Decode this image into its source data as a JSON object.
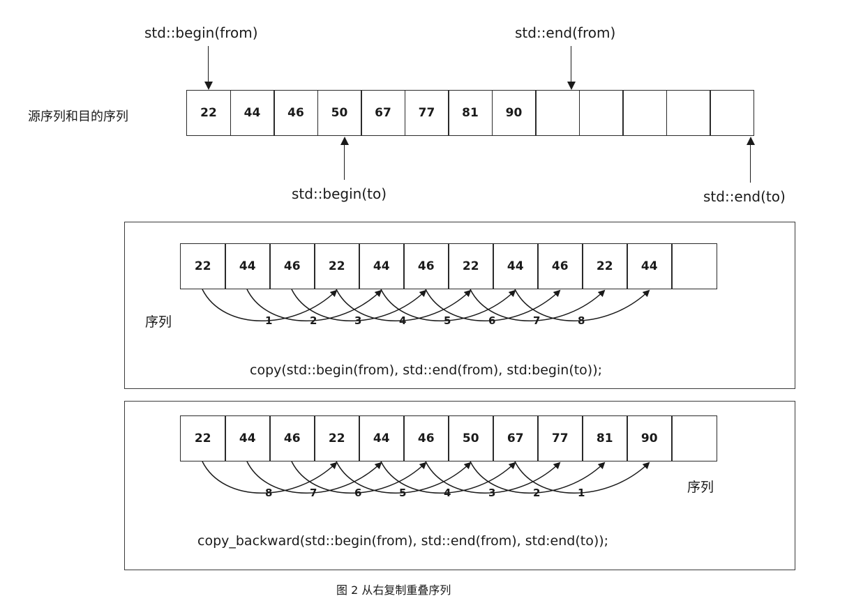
{
  "source_dest": {
    "label": "源序列和目的序列",
    "cells": [
      "22",
      "44",
      "46",
      "50",
      "67",
      "77",
      "81",
      "90",
      "",
      "",
      "",
      "",
      ""
    ],
    "pointers": {
      "begin_from": "std::begin(from)",
      "end_from": "std::end(from)",
      "begin_to": "std::begin(to)",
      "end_to": "std::end(to)"
    }
  },
  "copy_panel": {
    "label": "序列",
    "cells": [
      "22",
      "44",
      "46",
      "22",
      "44",
      "46",
      "22",
      "44",
      "46",
      "22",
      "44",
      ""
    ],
    "step_numbers": [
      "1",
      "2",
      "3",
      "4",
      "5",
      "6",
      "7",
      "8"
    ],
    "code": "copy(std::begin(from), std::end(from), std:begin(to));"
  },
  "copy_backward_panel": {
    "label": "序列",
    "cells": [
      "22",
      "44",
      "46",
      "22",
      "44",
      "46",
      "50",
      "67",
      "77",
      "81",
      "90",
      ""
    ],
    "step_numbers": [
      "8",
      "7",
      "6",
      "5",
      "4",
      "3",
      "2",
      "1"
    ],
    "code": "copy_backward(std::begin(from), std::end(from), std:end(to));"
  },
  "caption": "图 2 从右复制重叠序列"
}
